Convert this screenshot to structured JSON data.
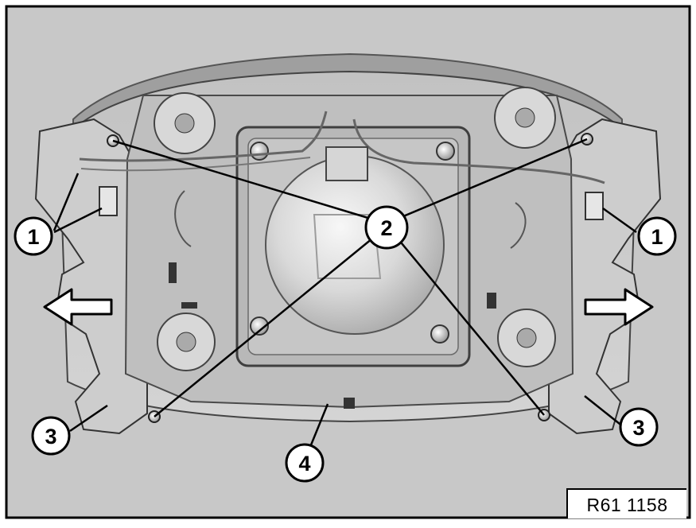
{
  "figure": {
    "reference_code": "R61 1158",
    "callouts": {
      "connector_left": "1",
      "connector_right": "1",
      "screws": "2",
      "trim_left": "3",
      "trim_right": "3",
      "cover": "4"
    }
  }
}
